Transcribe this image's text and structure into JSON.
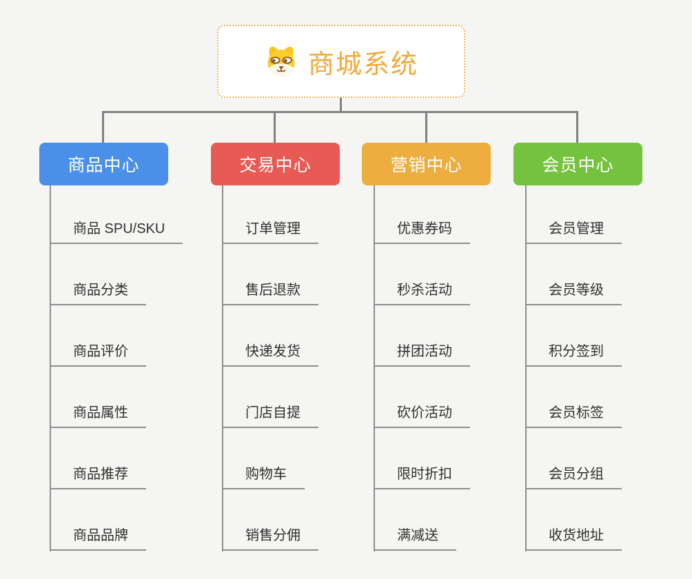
{
  "root": {
    "title": "商城系统",
    "icon": "dog-face-icon",
    "title_color": "#f2a93c"
  },
  "branches": [
    {
      "label": "商品中心",
      "color": "#4a90e8",
      "items": [
        "商品 SPU/SKU",
        "商品分类",
        "商品评价",
        "商品属性",
        "商品推荐",
        "商品品牌"
      ]
    },
    {
      "label": "交易中心",
      "color": "#e85b55",
      "items": [
        "订单管理",
        "售后退款",
        "快递发货",
        "门店自提",
        "购物车",
        "销售分佣"
      ]
    },
    {
      "label": "营销中心",
      "color": "#edae3f",
      "items": [
        "优惠券码",
        "秒杀活动",
        "拼团活动",
        "砍价活动",
        "限时折扣",
        "满减送"
      ]
    },
    {
      "label": "会员中心",
      "color": "#74c23d",
      "items": [
        "会员管理",
        "会员等级",
        "积分签到",
        "会员标签",
        "会员分组",
        "收货地址"
      ]
    }
  ],
  "colors": {
    "background": "#f5f5f3",
    "connector": "#808080",
    "item_text": "#2f2f2f",
    "root_border": "#f0b35a"
  }
}
